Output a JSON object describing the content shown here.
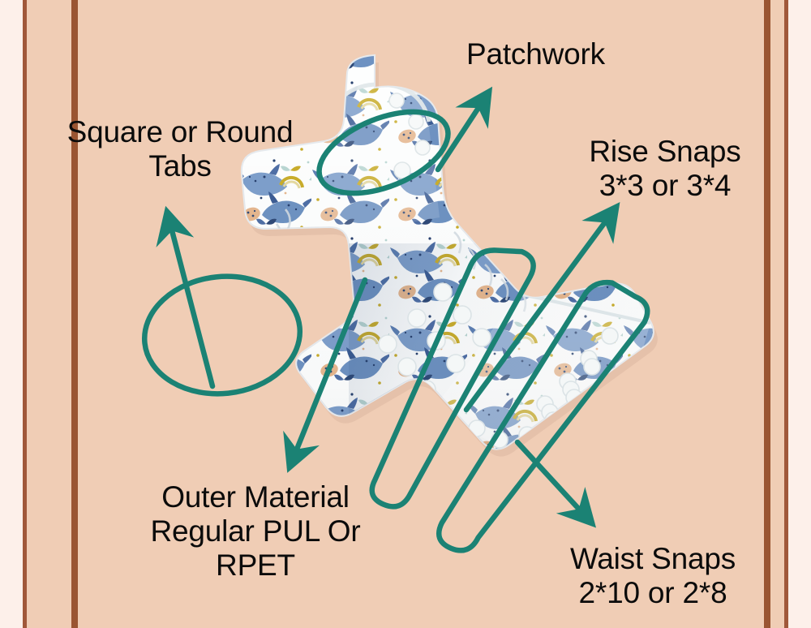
{
  "page": {
    "title": "Cloth Diaper Feature Callout Infographic",
    "background_color": "#f0cdb5",
    "frame_cream_color": "#fdf0ea",
    "frame_brown_color": "#9a5532",
    "annotation_color": "#1b8274",
    "text_color": "#0b0b0b"
  },
  "labels": {
    "square_or_round_tabs": "Square or Round\nTabs",
    "patchwork": "Patchwork",
    "rise_snaps": "Rise Snaps\n3*3 or 3*4",
    "outer_material": "Outer Material\nRegular PUL Or\nRPET",
    "waist_snaps": "Waist Snaps\n2*10 or 2*8"
  },
  "annotations": [
    {
      "id": "square-or-round-tabs",
      "label": "Square or Round Tabs",
      "marker": "ellipse",
      "marker_note": "large oval outline around the left wing tab of the diaper",
      "arrow": "arrow points up-left from the oval to the label"
    },
    {
      "id": "patchwork",
      "label": "Patchwork",
      "marker": "ellipse",
      "marker_note": "tilted oval outline around the upper back panel of the diaper",
      "arrow": "arrow points up-right from the oval to the label"
    },
    {
      "id": "rise-snaps",
      "label": "Rise Snaps 3*3 or 3*4",
      "marker": "rounded-rectangle",
      "marker_note": "tilted rounded rectangle outlining the vertical rise snap columns",
      "arrow": "arrow points up-right to the label"
    },
    {
      "id": "outer-material",
      "label": "Outer Material Regular PUL Or RPET",
      "marker": "line",
      "marker_note": "leader line from the printed outer fabric down to the label",
      "arrow": "arrow points down-left to the label"
    },
    {
      "id": "waist-snaps",
      "label": "Waist Snaps 2*10 or 2*8",
      "marker": "rounded-rectangle",
      "marker_note": "tilted rounded rectangle outlining the row of waist snaps",
      "arrow": "arrow points down-right to the label"
    }
  ],
  "product": {
    "name": "Pocket cloth diaper",
    "shape": "butterfly / hourglass cloth diaper laid flat, back panel up",
    "print": "blue narwhals and whales with yellow and tan seaweed on white",
    "print_colors": [
      "#ffffff",
      "#7a9cc9",
      "#4a6ea8",
      "#2d4a7a",
      "#c9b43a",
      "#e0b893",
      "#b9d6d2"
    ],
    "snap_color": "#f4f6f5"
  }
}
